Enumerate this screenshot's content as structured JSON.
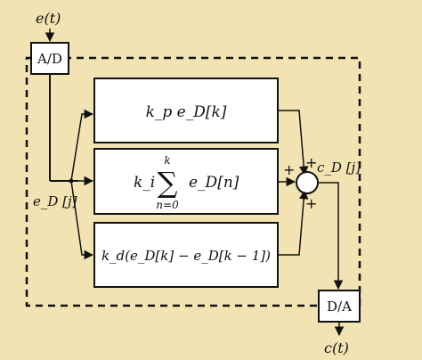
{
  "diagram": {
    "input_signal": "e(t)",
    "output_signal": "c(t)",
    "adc_label": "A/D",
    "dac_label": "D/A",
    "discrete_error": "e_D [j]",
    "controller_output": "c_D [j]",
    "proportional_term": "k_p e_D[k]",
    "integral_gain": "k_i",
    "sum_symbol": "∑",
    "sum_upper": "k",
    "sum_lower": "n=0",
    "integral_term": "e_D[n]",
    "derivative_term": "k_d(e_D[k] − e_D[k − 1])",
    "plus_sign": "+"
  },
  "colors": {
    "background": "#f2e3b3",
    "box_fill": "#ffffff",
    "stroke": "#111111"
  }
}
